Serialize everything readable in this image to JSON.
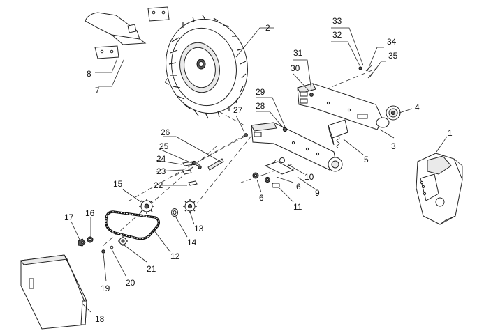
{
  "callouts": [
    {
      "id": "c1",
      "label": "1"
    },
    {
      "id": "c2",
      "label": "2"
    },
    {
      "id": "c3",
      "label": "3"
    },
    {
      "id": "c4",
      "label": "4"
    },
    {
      "id": "c5",
      "label": "5"
    },
    {
      "id": "c6a",
      "label": "6"
    },
    {
      "id": "c6b",
      "label": "6"
    },
    {
      "id": "c7",
      "label": "7"
    },
    {
      "id": "c8",
      "label": "8"
    },
    {
      "id": "c9",
      "label": "9"
    },
    {
      "id": "c10",
      "label": "10"
    },
    {
      "id": "c11",
      "label": "11"
    },
    {
      "id": "c12",
      "label": "12"
    },
    {
      "id": "c13",
      "label": "13"
    },
    {
      "id": "c14",
      "label": "14"
    },
    {
      "id": "c15",
      "label": "15"
    },
    {
      "id": "c16",
      "label": "16"
    },
    {
      "id": "c17",
      "label": "17"
    },
    {
      "id": "c18",
      "label": "18"
    },
    {
      "id": "c19",
      "label": "19"
    },
    {
      "id": "c20",
      "label": "20"
    },
    {
      "id": "c21",
      "label": "21"
    },
    {
      "id": "c22",
      "label": "22"
    },
    {
      "id": "c23",
      "label": "23"
    },
    {
      "id": "c24",
      "label": "24"
    },
    {
      "id": "c25",
      "label": "25"
    },
    {
      "id": "c26",
      "label": "26"
    },
    {
      "id": "c27",
      "label": "27"
    },
    {
      "id": "c28",
      "label": "28"
    },
    {
      "id": "c29",
      "label": "29"
    },
    {
      "id": "c30",
      "label": "30"
    },
    {
      "id": "c31",
      "label": "31"
    },
    {
      "id": "c32",
      "label": "32"
    },
    {
      "id": "c33",
      "label": "33"
    },
    {
      "id": "c34",
      "label": "34"
    },
    {
      "id": "c35",
      "label": "35"
    }
  ],
  "parts": [
    "cover-plate",
    "wheel",
    "frame-arm",
    "pulley",
    "tension-spring-bracket",
    "nut",
    "bracket",
    "bracket-plate",
    "tension-arm",
    "bushing",
    "bolt",
    "chain",
    "sprocket",
    "washer",
    "sprocket-large",
    "washer-small",
    "nut-small",
    "guard",
    "bolt-small",
    "washer-tiny",
    "sprocket-small",
    "shaft-pin",
    "bolt-a",
    "bolt-b",
    "washer-a",
    "pin-long",
    "nut-a",
    "nut-b",
    "bolt-c",
    "nut-c",
    "washer-c",
    "nut-d",
    "bolt-d",
    "pin",
    "bolt-e"
  ]
}
